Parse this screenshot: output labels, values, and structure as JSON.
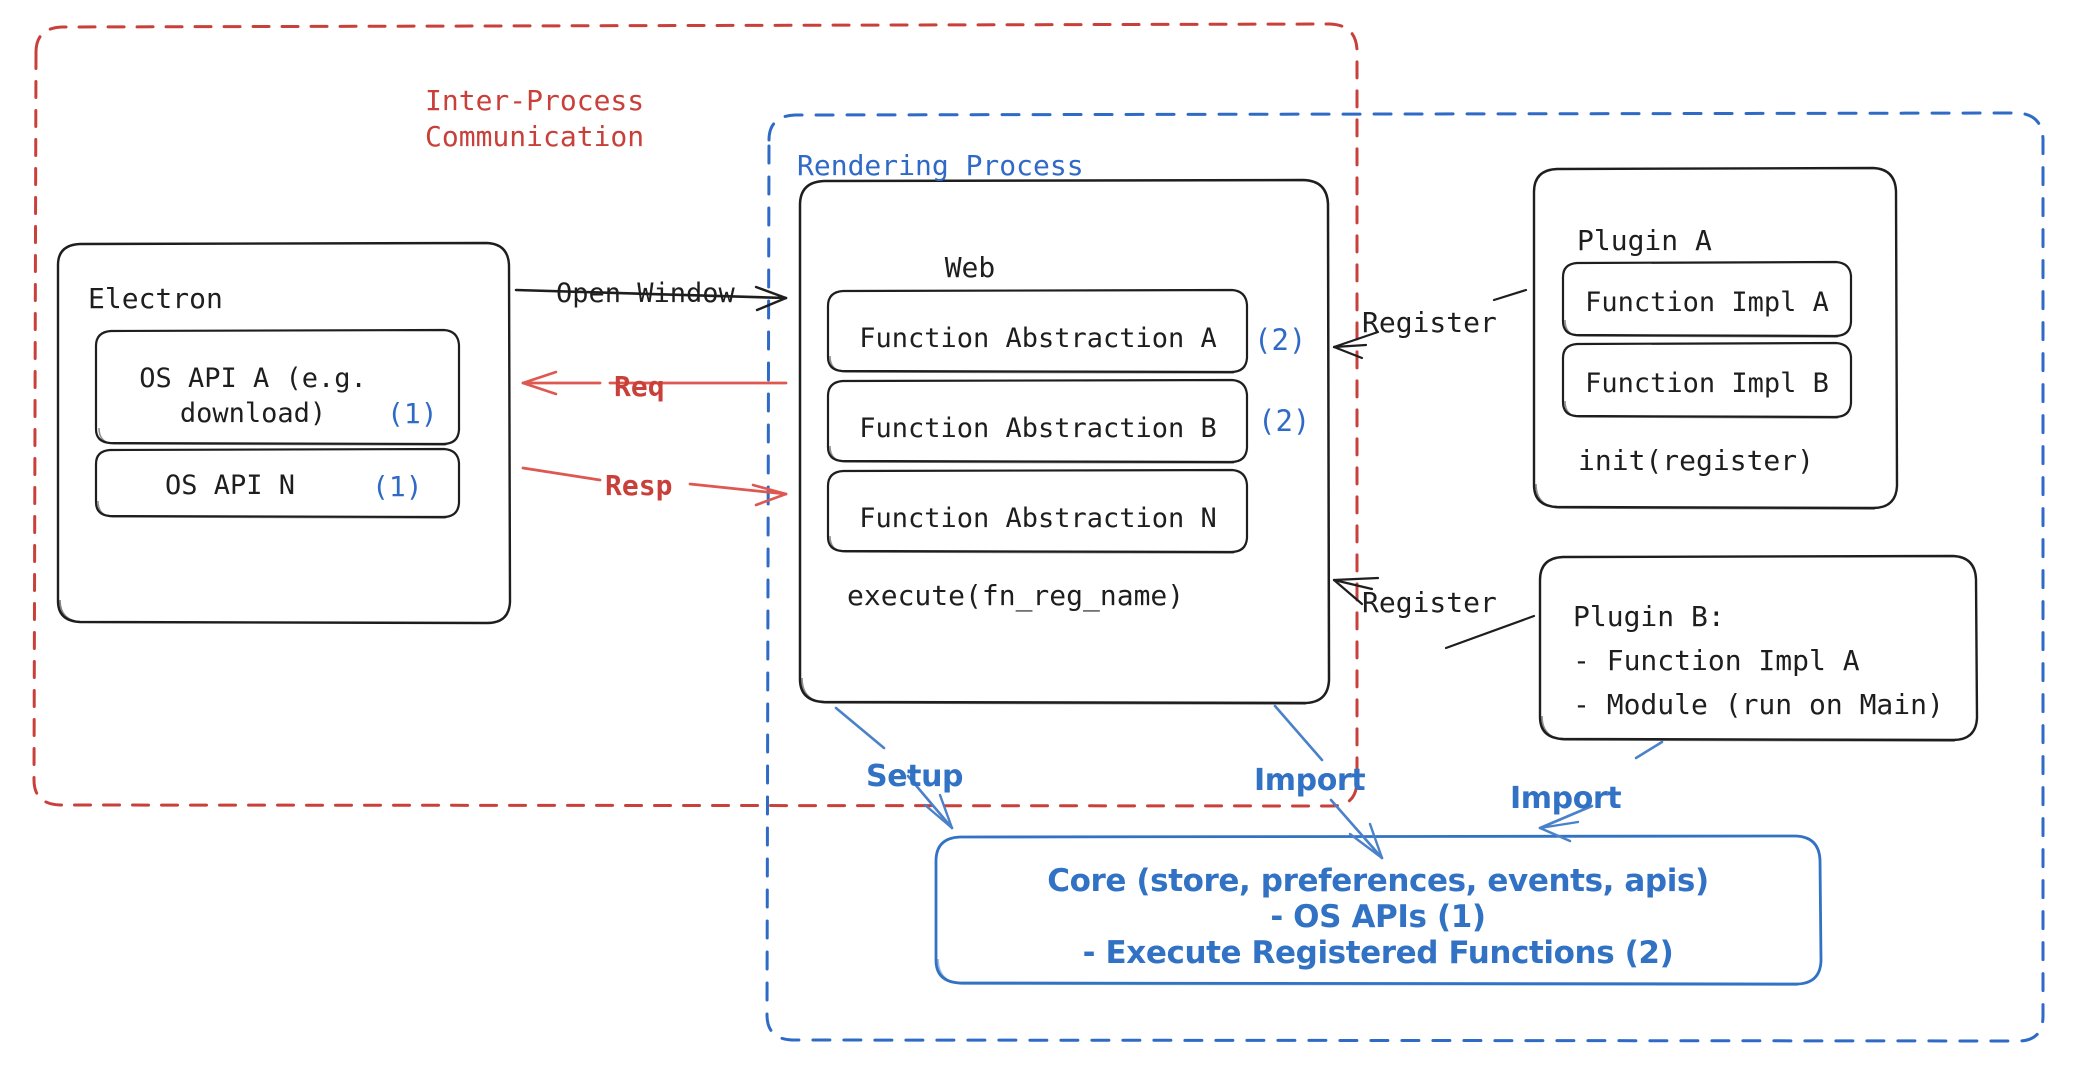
{
  "diagram": {
    "title": "Electron plugin architecture",
    "colors": {
      "ipc_red": "#c9403a",
      "process_blue": "#2f6ac7",
      "core_blue": "#3272c4",
      "stroke_black": "#1e1e1e"
    },
    "containers": {
      "ipc": {
        "label": "Inter-Process\nCommunication",
        "style": "dashed",
        "color": "#c9403a"
      },
      "rendering": {
        "label": "Rendering Process",
        "style": "dashed",
        "color": "#2f6ac7"
      }
    },
    "electron": {
      "title": "Electron",
      "apis": [
        {
          "label": "OS API A (e.g.\ndownload)",
          "note": "(1)"
        },
        {
          "label": "OS API N",
          "note": "(1)"
        }
      ]
    },
    "web": {
      "title": "Web",
      "abstractions": [
        {
          "label": "Function Abstraction A",
          "note": "(2)"
        },
        {
          "label": "Function Abstraction B",
          "note": "(2)"
        },
        {
          "label": "Function Abstraction N",
          "note": ""
        }
      ],
      "method": "execute(fn_reg_name)"
    },
    "plugin_a": {
      "title": "Plugin A",
      "items": [
        "Function Impl A",
        "Function Impl B"
      ],
      "method": "init(register)"
    },
    "plugin_b": {
      "lines": [
        "Plugin B:",
        "- Function Impl A",
        "- Module (run on Main)"
      ]
    },
    "core": {
      "lines": [
        "Core (store, preferences, events, apis)",
        "- OS APIs (1)",
        "- Execute Registered Functions (2)"
      ]
    },
    "edges": [
      {
        "label": "Open Window",
        "color": "#1e1e1e",
        "from": "electron",
        "to": "web"
      },
      {
        "label": "Req",
        "color": "#c9403a",
        "from": "web",
        "to": "electron"
      },
      {
        "label": "Resp",
        "color": "#c9403a",
        "from": "electron",
        "to": "web"
      },
      {
        "label": "Register",
        "color": "#1e1e1e",
        "from": "plugin-a",
        "to": "web"
      },
      {
        "label": "Register",
        "color": "#1e1e1e",
        "from": "plugin-b",
        "to": "web"
      },
      {
        "label": "Setup",
        "color": "#3272c4",
        "from": "web",
        "to": "core"
      },
      {
        "label": "Import",
        "color": "#3272c4",
        "from": "web",
        "to": "core"
      },
      {
        "label": "Import",
        "color": "#3272c4",
        "from": "plugin-b",
        "to": "core"
      }
    ]
  }
}
